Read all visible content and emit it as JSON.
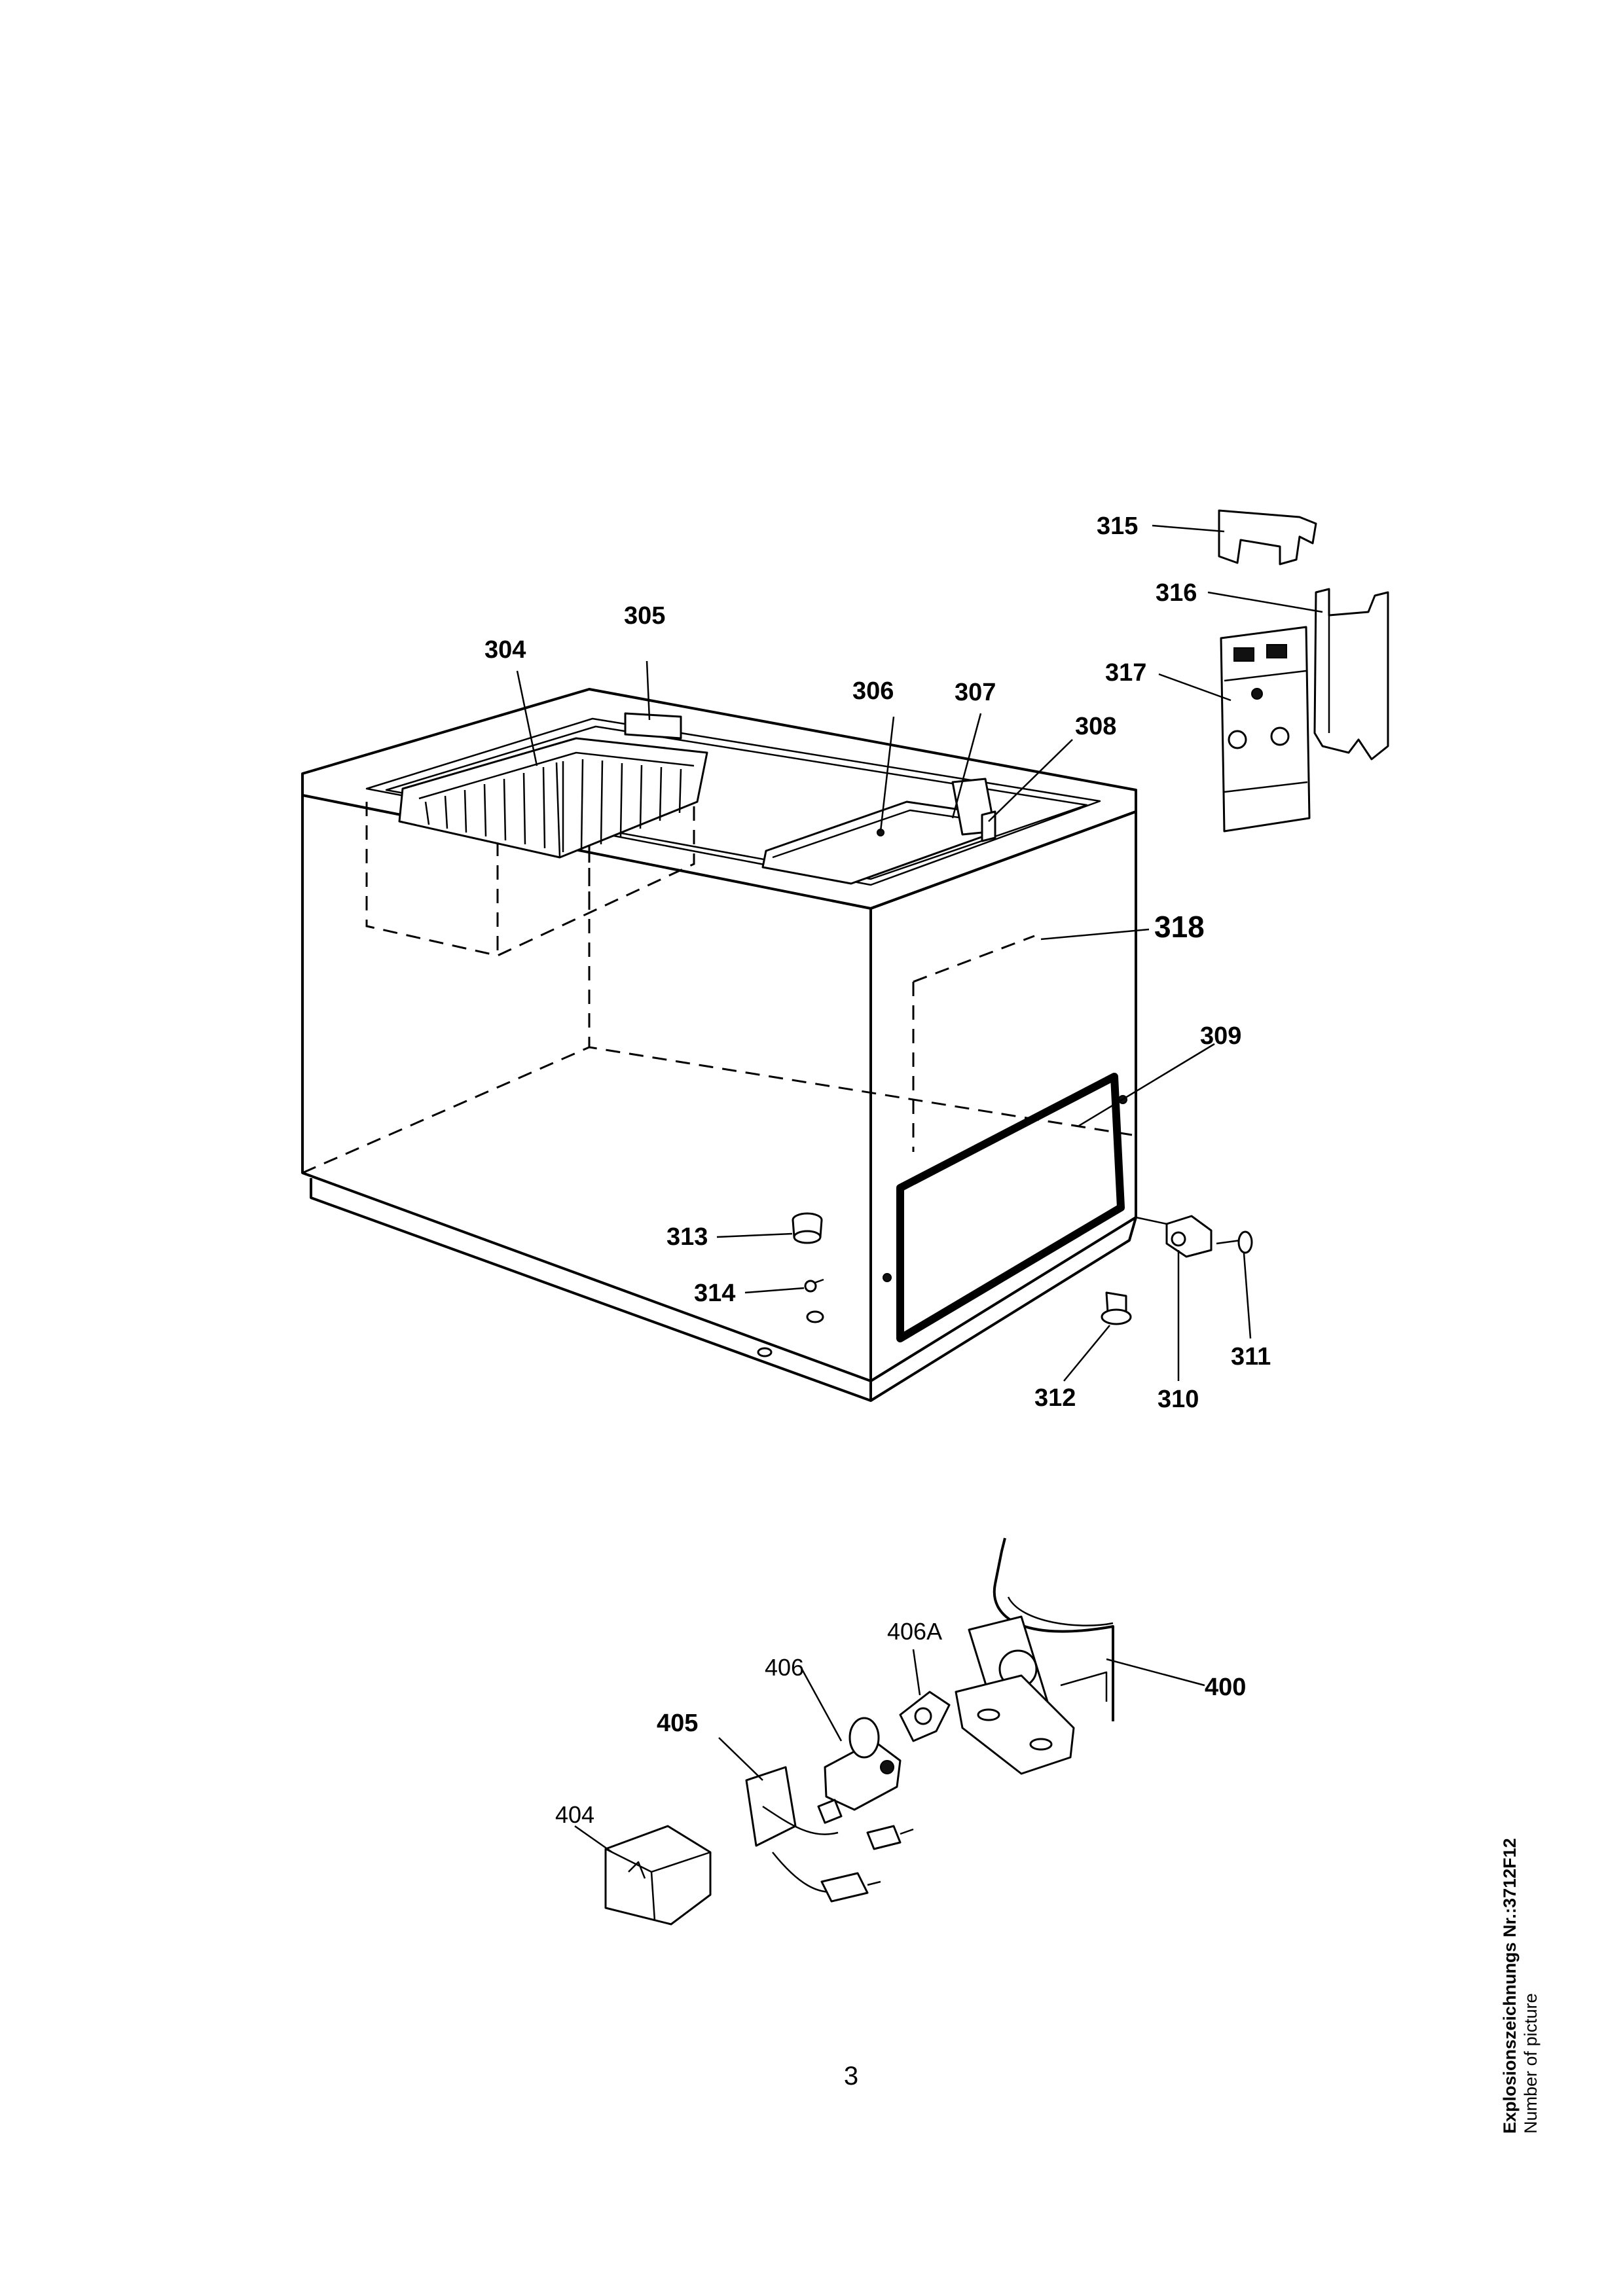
{
  "parts": [
    {
      "id": "p315",
      "label": "315"
    },
    {
      "id": "p316",
      "label": "316"
    },
    {
      "id": "p305",
      "label": "305"
    },
    {
      "id": "p304",
      "label": "304"
    },
    {
      "id": "p317",
      "label": "317"
    },
    {
      "id": "p306",
      "label": "306"
    },
    {
      "id": "p307",
      "label": "307"
    },
    {
      "id": "p308",
      "label": "308"
    },
    {
      "id": "p318",
      "label": "318"
    },
    {
      "id": "p309",
      "label": "309"
    },
    {
      "id": "p313",
      "label": "313"
    },
    {
      "id": "p314",
      "label": "314"
    },
    {
      "id": "p311",
      "label": "311"
    },
    {
      "id": "p312",
      "label": "312"
    },
    {
      "id": "p310",
      "label": "310"
    },
    {
      "id": "p406A",
      "label": "406A"
    },
    {
      "id": "p406",
      "label": "406"
    },
    {
      "id": "p400",
      "label": "400"
    },
    {
      "id": "p405",
      "label": "405"
    },
    {
      "id": "p404",
      "label": "404"
    }
  ],
  "page_number": "3",
  "caption": {
    "main": "Explosionszeichnungs Nr.:3712F12",
    "sub": "Number of picture"
  }
}
